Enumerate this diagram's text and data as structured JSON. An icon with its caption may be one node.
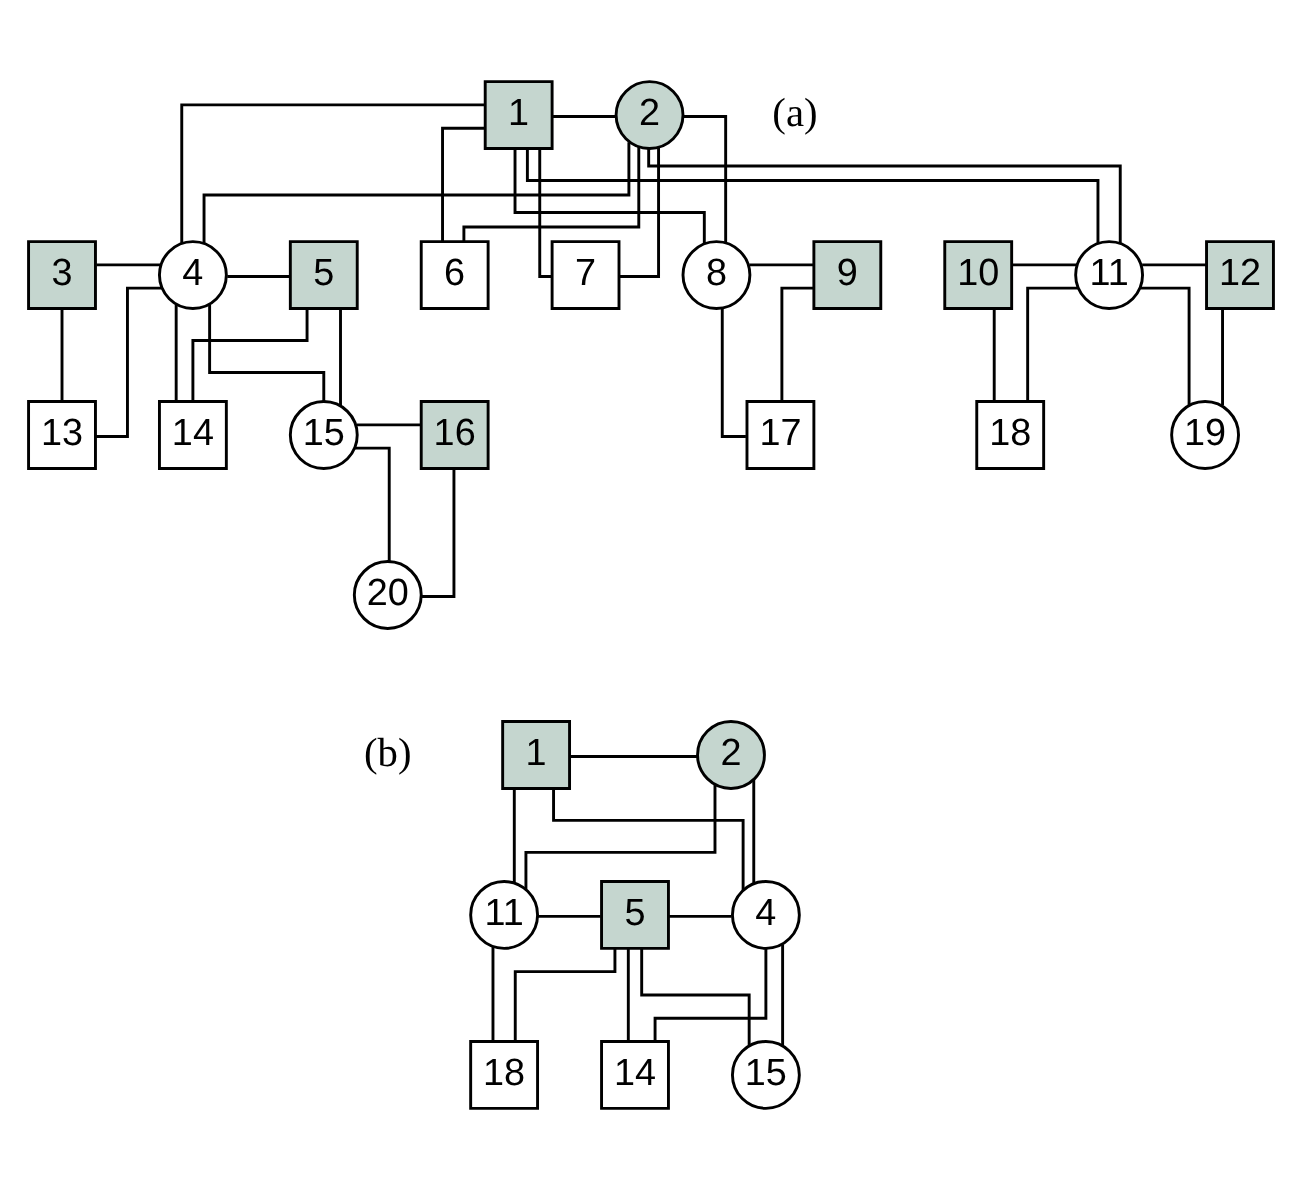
{
  "diagram": {
    "nodes": [
      {
        "text": [
          "1"
        ]
      },
      {
        "text": [
          "2"
        ]
      },
      {
        "text": [
          "3"
        ]
      },
      {
        "text": [
          "4"
        ]
      },
      {
        "text": [
          "5"
        ]
      },
      {
        "text": [
          "6"
        ]
      },
      {
        "text": [
          "7"
        ]
      },
      {
        "text": [
          "8"
        ]
      },
      {
        "text": [
          "9"
        ]
      },
      {
        "text": [
          "10"
        ]
      },
      {
        "text": [
          "11"
        ]
      },
      {
        "text": [
          "12"
        ]
      },
      {
        "text": [
          "13"
        ]
      },
      {
        "text": [
          "14"
        ]
      },
      {
        "text": [
          "15"
        ]
      },
      {
        "text": [
          "16"
        ]
      },
      {
        "text": [
          "17"
        ]
      },
      {
        "text": [
          "18"
        ]
      },
      {
        "text": [
          "19"
        ]
      },
      {
        "text": [
          "20"
        ]
      },
      {
        "text": [
          "1"
        ]
      },
      {
        "text": [
          "2"
        ]
      },
      {
        "text": [
          "4"
        ]
      },
      {
        "text": [
          "5"
        ]
      },
      {
        "text": [
          "11"
        ]
      },
      {
        "text": [
          "14"
        ]
      },
      {
        "text": [
          "15"
        ]
      },
      {
        "text": [
          "18"
        ]
      }
    ],
    "edges": [
      {
        "from": 0,
        "to": 1,
        "arrow": "none"
      },
      {
        "from": 0,
        "to": 3,
        "arrow": "none"
      },
      {
        "from": 1,
        "to": 3,
        "arrow": "none"
      },
      {
        "from": 0,
        "to": 5,
        "arrow": "none"
      },
      {
        "from": 1,
        "to": 5,
        "arrow": "none"
      },
      {
        "from": 0,
        "to": 6,
        "arrow": "none"
      },
      {
        "from": 1,
        "to": 6,
        "arrow": "none"
      },
      {
        "from": 0,
        "to": 7,
        "arrow": "none"
      },
      {
        "from": 1,
        "to": 7,
        "arrow": "none"
      },
      {
        "from": 0,
        "to": 10,
        "arrow": "none"
      },
      {
        "from": 1,
        "to": 10,
        "arrow": "none"
      },
      {
        "from": 2,
        "to": 3,
        "arrow": "none"
      },
      {
        "from": 3,
        "to": 4,
        "arrow": "none"
      },
      {
        "from": 7,
        "to": 8,
        "arrow": "none"
      },
      {
        "from": 9,
        "to": 10,
        "arrow": "none"
      },
      {
        "from": 10,
        "to": 11,
        "arrow": "none"
      },
      {
        "from": 2,
        "to": 12,
        "arrow": "none"
      },
      {
        "from": 3,
        "to": 12,
        "arrow": "none"
      },
      {
        "from": 3,
        "to": 13,
        "arrow": "none"
      },
      {
        "from": 4,
        "to": 13,
        "arrow": "none"
      },
      {
        "from": 3,
        "to": 14,
        "arrow": "none"
      },
      {
        "from": 4,
        "to": 14,
        "arrow": "none"
      },
      {
        "from": 7,
        "to": 16,
        "arrow": "none"
      },
      {
        "from": 8,
        "to": 16,
        "arrow": "none"
      },
      {
        "from": 9,
        "to": 17,
        "arrow": "none"
      },
      {
        "from": 10,
        "to": 17,
        "arrow": "none"
      },
      {
        "from": 10,
        "to": 18,
        "arrow": "none"
      },
      {
        "from": 11,
        "to": 18,
        "arrow": "none"
      },
      {
        "from": 14,
        "to": 15,
        "arrow": "none"
      },
      {
        "from": 14,
        "to": 19,
        "arrow": "none"
      },
      {
        "from": 15,
        "to": 19,
        "arrow": "none"
      },
      {
        "from": 20,
        "to": 21,
        "arrow": "none"
      },
      {
        "from": 20,
        "to": 22,
        "arrow": "none"
      },
      {
        "from": 21,
        "to": 22,
        "arrow": "none"
      },
      {
        "from": 20,
        "to": 24,
        "arrow": "none"
      },
      {
        "from": 21,
        "to": 24,
        "arrow": "none"
      },
      {
        "from": 22,
        "to": 23,
        "arrow": "none"
      },
      {
        "from": 23,
        "to": 24,
        "arrow": "none"
      },
      {
        "from": 22,
        "to": 25,
        "arrow": "none"
      },
      {
        "from": 23,
        "to": 25,
        "arrow": "none"
      },
      {
        "from": 22,
        "to": 26,
        "arrow": "none"
      },
      {
        "from": 23,
        "to": 26,
        "arrow": "none"
      },
      {
        "from": 23,
        "to": 27,
        "arrow": "none"
      },
      {
        "from": 24,
        "to": 27,
        "arrow": "none"
      }
    ],
    "labels": [
      "(a)",
      "(b)"
    ]
  }
}
